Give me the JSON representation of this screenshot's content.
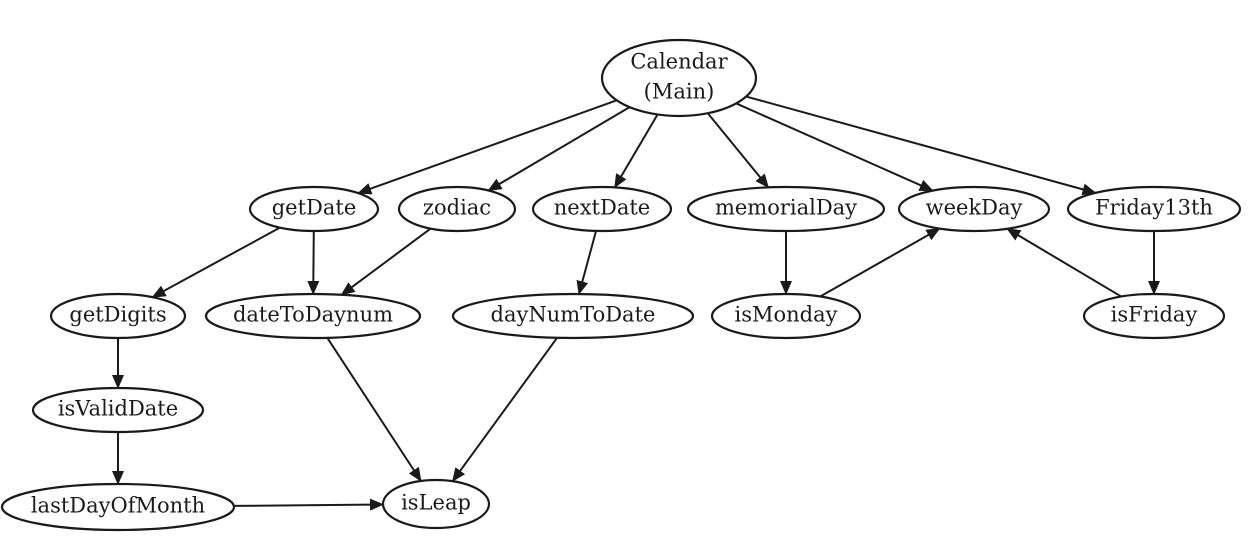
{
  "nodes": {
    "calendar": {
      "lines": [
        "Calendar",
        "(Main)"
      ]
    },
    "getDate": {
      "lines": [
        "getDate"
      ]
    },
    "zodiac": {
      "lines": [
        "zodiac"
      ]
    },
    "nextDate": {
      "lines": [
        "nextDate"
      ]
    },
    "memorialDay": {
      "lines": [
        "memorialDay"
      ]
    },
    "weekDay": {
      "lines": [
        "weekDay"
      ]
    },
    "friday13th": {
      "lines": [
        "Friday13th"
      ]
    },
    "getDigits": {
      "lines": [
        "getDigits"
      ]
    },
    "dateToDaynum": {
      "lines": [
        "dateToDaynum"
      ]
    },
    "dayNumToDate": {
      "lines": [
        "dayNumToDate"
      ]
    },
    "isMonday": {
      "lines": [
        "isMonday"
      ]
    },
    "isFriday": {
      "lines": [
        "isFriday"
      ]
    },
    "isValidDate": {
      "lines": [
        "isValidDate"
      ]
    },
    "lastDayOfMonth": {
      "lines": [
        "lastDayOfMonth"
      ]
    },
    "isLeap": {
      "lines": [
        "isLeap"
      ]
    }
  },
  "edges": [
    [
      "calendar",
      "getDate"
    ],
    [
      "calendar",
      "zodiac"
    ],
    [
      "calendar",
      "nextDate"
    ],
    [
      "calendar",
      "memorialDay"
    ],
    [
      "calendar",
      "weekDay"
    ],
    [
      "calendar",
      "friday13th"
    ],
    [
      "getDate",
      "getDigits"
    ],
    [
      "getDate",
      "dateToDaynum"
    ],
    [
      "zodiac",
      "dateToDaynum"
    ],
    [
      "nextDate",
      "dayNumToDate"
    ],
    [
      "memorialDay",
      "isMonday"
    ],
    [
      "isMonday",
      "weekDay"
    ],
    [
      "isFriday",
      "weekDay"
    ],
    [
      "friday13th",
      "isFriday"
    ],
    [
      "getDigits",
      "isValidDate"
    ],
    [
      "isValidDate",
      "lastDayOfMonth"
    ],
    [
      "lastDayOfMonth",
      "isLeap"
    ],
    [
      "dateToDaynum",
      "isLeap"
    ],
    [
      "dayNumToDate",
      "isLeap"
    ]
  ]
}
